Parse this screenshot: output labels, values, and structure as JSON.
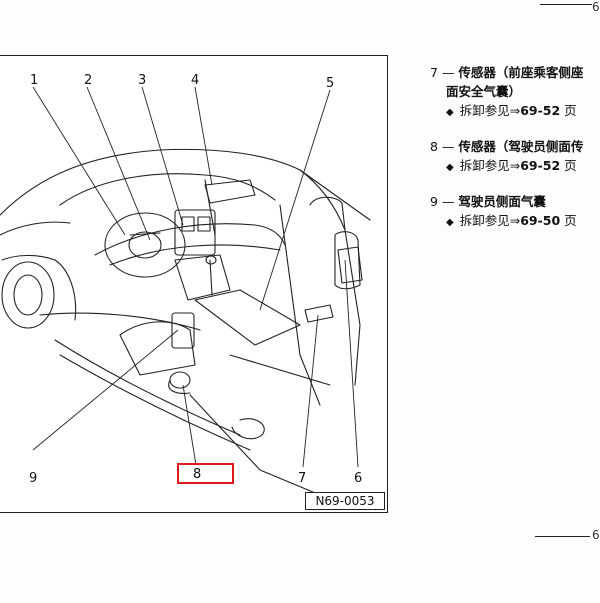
{
  "figure": {
    "code": "N69-0053",
    "callouts": [
      "1",
      "2",
      "3",
      "4",
      "5",
      "6",
      "7",
      "8",
      "9"
    ]
  },
  "legend": [
    {
      "num": "7",
      "dash": "—",
      "title": "传感器（前座乘客侧座",
      "cont": "面安全气囊）",
      "sub_prefix": "拆卸参见⇒",
      "ref": "69-52",
      "unit": "页"
    },
    {
      "num": "8",
      "dash": "—",
      "title": "传感器（驾驶员侧面传",
      "cont": "",
      "sub_prefix": "拆卸参见⇒",
      "ref": "69-52",
      "unit": "页"
    },
    {
      "num": "9",
      "dash": "—",
      "title": "驾驶员侧面气囊",
      "cont": "",
      "sub_prefix": "拆卸参见⇒",
      "ref": "69-50",
      "unit": "页"
    }
  ],
  "highlight": {
    "color": "#e0191f",
    "target": "8"
  },
  "page_edge_marks": [
    "6",
    "6"
  ]
}
